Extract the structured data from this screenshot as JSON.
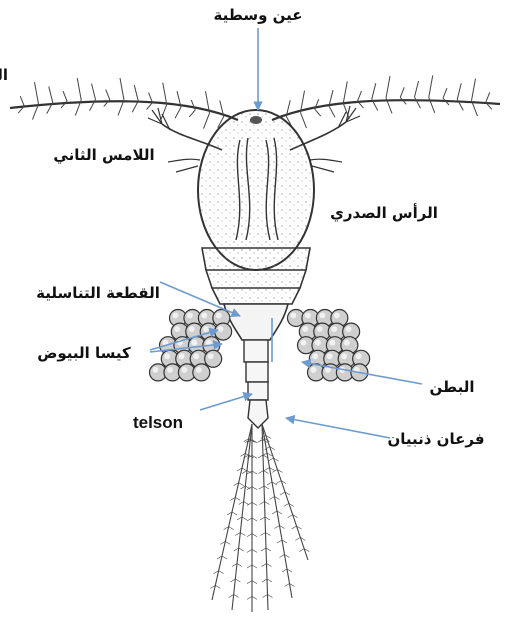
{
  "figure": {
    "labels": {
      "median_eye": "عين وسطية",
      "antenna_1": "اللامس الأ",
      "antenna_2": "اللامس الثاني",
      "cephalothorax": "الرأس الصدري",
      "genital_segment": "القطعة التناسلية",
      "egg_sacs": "كيسا البيوض",
      "abdomen": "البطن",
      "telson": "telson",
      "caudal_rami": "فرعان ذنبيان"
    },
    "colors": {
      "pointer": "#6d9bd0",
      "ink": "#333333",
      "background": "#ffffff"
    }
  }
}
